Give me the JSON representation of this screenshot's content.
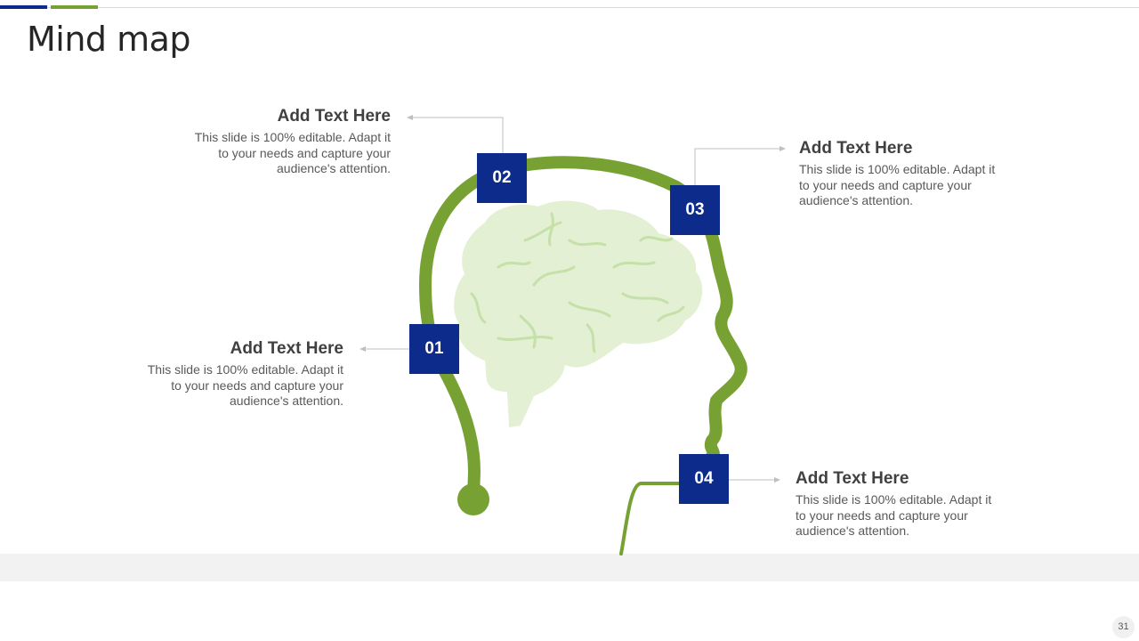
{
  "slide": {
    "title": "Mind map",
    "page_number": "31"
  },
  "colors": {
    "navy": "#0d2b8a",
    "green": "#77a233",
    "brain_fill": "#e3f0d3",
    "brain_fold": "#c5e0a8",
    "connector": "#bfbfbf"
  },
  "nodes": [
    {
      "id": "01",
      "heading": "Add Text Here",
      "body": "This slide is 100% editable. Adapt it to your needs and capture your audience's attention."
    },
    {
      "id": "02",
      "heading": "Add Text Here",
      "body": "This slide is 100% editable. Adapt it to your needs and capture your audience's attention."
    },
    {
      "id": "03",
      "heading": "Add Text Here",
      "body": "This slide is 100% editable. Adapt it to your needs and capture your audience's attention."
    },
    {
      "id": "04",
      "heading": "Add Text Here",
      "body": "This slide is 100% editable. Adapt it to your needs and capture your audience's attention."
    }
  ],
  "icons": {
    "brain": "brain-icon",
    "head": "head-profile-icon"
  }
}
